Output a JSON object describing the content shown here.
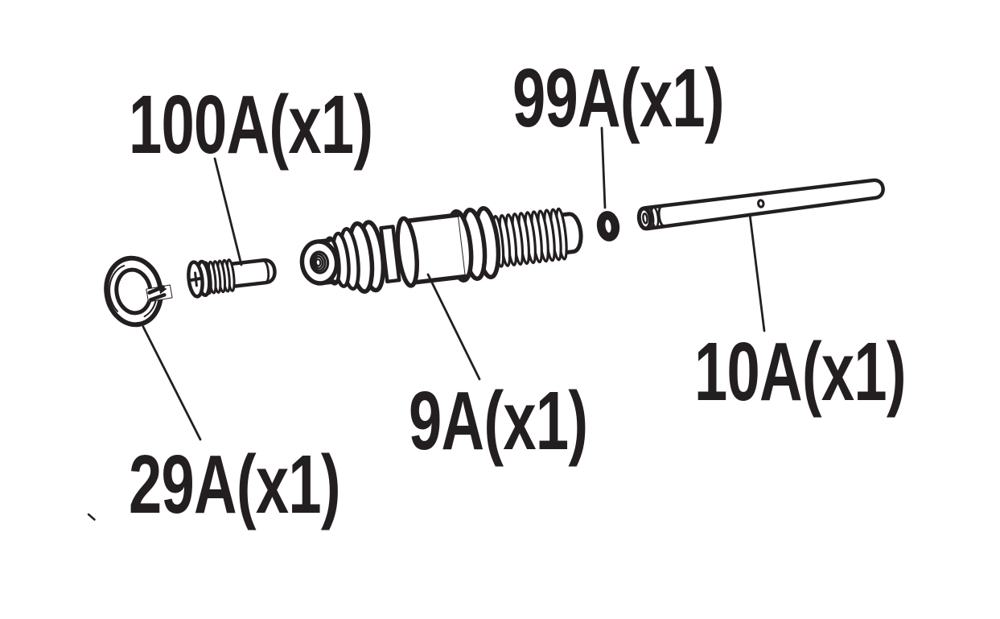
{
  "colors": {
    "ink": "#231f20",
    "paper": "#ffffff"
  },
  "diagram": {
    "kind": "exploded-parts-illustration",
    "parts": [
      {
        "id": "29A",
        "label": "29A(x1)",
        "part_name": "split-washer",
        "quantity": 1
      },
      {
        "id": "100A",
        "label": "100A(x1)",
        "part_name": "slotted-screw",
        "quantity": 1
      },
      {
        "id": "9A",
        "label": "9A(x1)",
        "part_name": "threaded-body",
        "quantity": 1
      },
      {
        "id": "99A",
        "label": "99A(x1)",
        "part_name": "o-ring",
        "quantity": 1
      },
      {
        "id": "10A",
        "label": "10A(x1)",
        "part_name": "shaft-rod",
        "quantity": 1
      }
    ]
  }
}
